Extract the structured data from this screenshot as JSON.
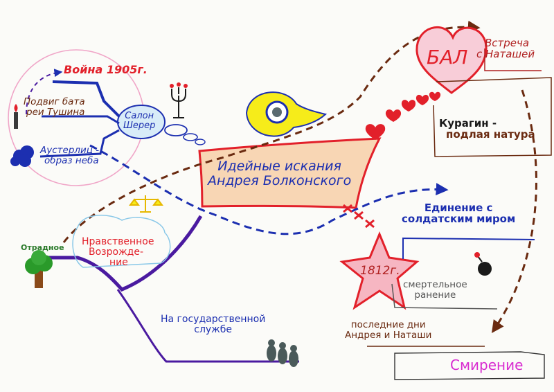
{
  "central_topic": {
    "line1": "Идейные искания",
    "line2": "Андрея Болконского"
  },
  "branches": {
    "salon": {
      "line1": "Салон",
      "line2": "Шерер"
    },
    "war": "Война 1905г.",
    "feat": {
      "line1": "Подвиг бата",
      "line2": "реи Тушина"
    },
    "austerlitz": {
      "line1": "Аустерлиц -",
      "line2": "образ неба"
    },
    "ball": "БАЛ",
    "meeting": {
      "line1": "Встреча",
      "line2": "с Наташей"
    },
    "kuragin": {
      "line1": "Курагин -",
      "line2": "подлая натура"
    },
    "unity": {
      "line1": "Единение с",
      "line2": "солдатским миром"
    },
    "year_1812": "1812г.",
    "wound": {
      "line1": "смертельное",
      "line2": "ранение"
    },
    "last_days": {
      "line1": "последние дни",
      "line2": "Андрея и Наташи"
    },
    "humility": "Смирение",
    "otradnoe": "Отрадное",
    "revival": {
      "line1": "Нравственное",
      "line2": "Возрожде-",
      "line3": "ние"
    },
    "service": {
      "line1": "На государственной",
      "line2": "службе"
    }
  },
  "colors": {
    "red": "#e2202a",
    "blue": "#1c2fb0",
    "purple": "#4a1aa0",
    "brown": "#6a2a10",
    "magenta": "#d82bd0",
    "pink": "#f0a6c8",
    "yellow": "#f6ec1a",
    "peach": "#f8d6b4",
    "gray": "#8a8a8a",
    "black": "#1a1a1a",
    "green": "#2a9a2a"
  },
  "icons": [
    "candelabra-icon",
    "eye-icon",
    "scales-icon",
    "tree-icon",
    "candle-icon",
    "bomb-icon",
    "hearts-icon",
    "people-icon",
    "heart-icon",
    "star-icon",
    "cloud-icon"
  ]
}
